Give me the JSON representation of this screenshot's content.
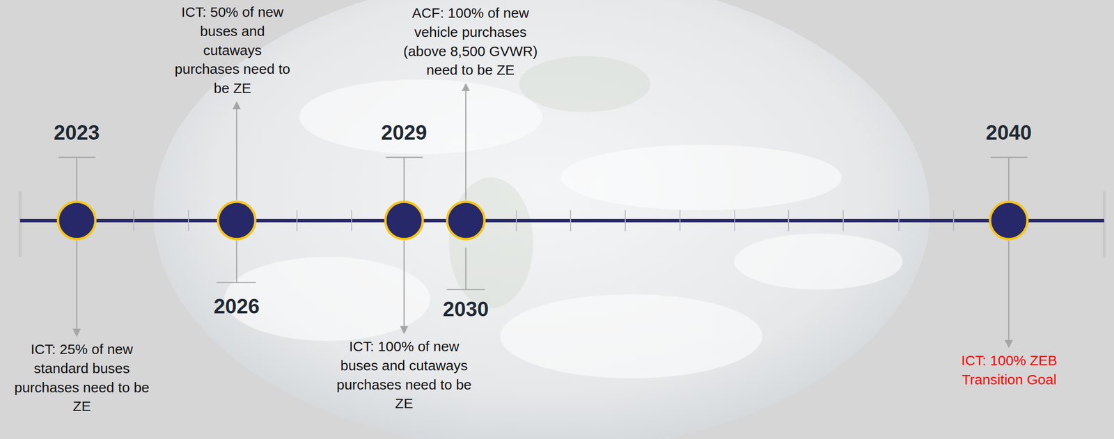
{
  "diagram": {
    "labels": [
      "2023",
      "ICT: 25% of new standard buses purchases need to be ZE",
      "2026",
      "ICT: 50% of new buses and cutaways purchases need to be ZE",
      "2029",
      "ICT: 100% of new buses and cutaways purchases need to be ZE",
      "2030",
      "ACF: 100% of new vehicle purchases (above 8,500 GVWR) need to be ZE",
      "2040",
      "ICT: 100% ZEB Transition Goal"
    ]
  }
}
